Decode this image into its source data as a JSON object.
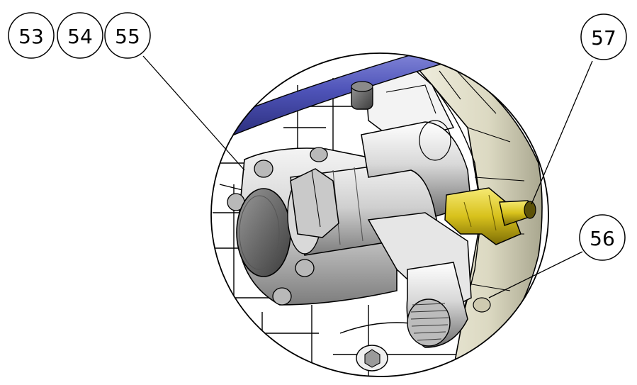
{
  "balloons": [
    {
      "id": "b53",
      "label": "53"
    },
    {
      "id": "b54",
      "label": "54"
    },
    {
      "id": "b55",
      "label": "55"
    },
    {
      "id": "b57",
      "label": "57"
    },
    {
      "id": "b56",
      "label": "56"
    }
  ],
  "colors": {
    "line": "#000000",
    "hose": "#5a5fc0",
    "fitting_brass": "#e3cf2a",
    "housing_cream": "#e3e0cc",
    "part_gray": "#cfcfcf",
    "background": "#ffffff"
  }
}
